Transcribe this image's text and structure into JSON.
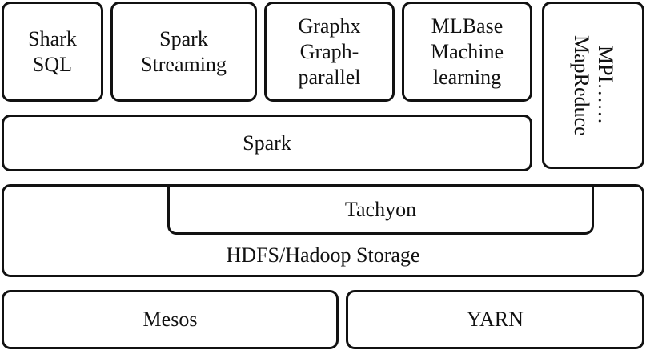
{
  "diagram": {
    "title": "Spark ecosystem stack",
    "top_row": [
      {
        "id": "shark",
        "lines": [
          "Shark",
          "SQL"
        ]
      },
      {
        "id": "spark-streaming",
        "lines": [
          "Spark",
          "Streaming"
        ]
      },
      {
        "id": "graphx",
        "lines": [
          "Graphx",
          "Graph-",
          "parallel"
        ]
      },
      {
        "id": "mlbase",
        "lines": [
          "MLBase",
          "Machine",
          "learning"
        ]
      }
    ],
    "side_box": {
      "lines": [
        "MPI……",
        "MapReduce"
      ]
    },
    "spark": {
      "label": "Spark"
    },
    "tachyon": {
      "label": "Tachyon"
    },
    "hdfs": {
      "label": "HDFS/Hadoop Storage"
    },
    "bottom_row": [
      {
        "id": "mesos",
        "label": "Mesos"
      },
      {
        "id": "yarn",
        "label": "YARN"
      }
    ]
  }
}
